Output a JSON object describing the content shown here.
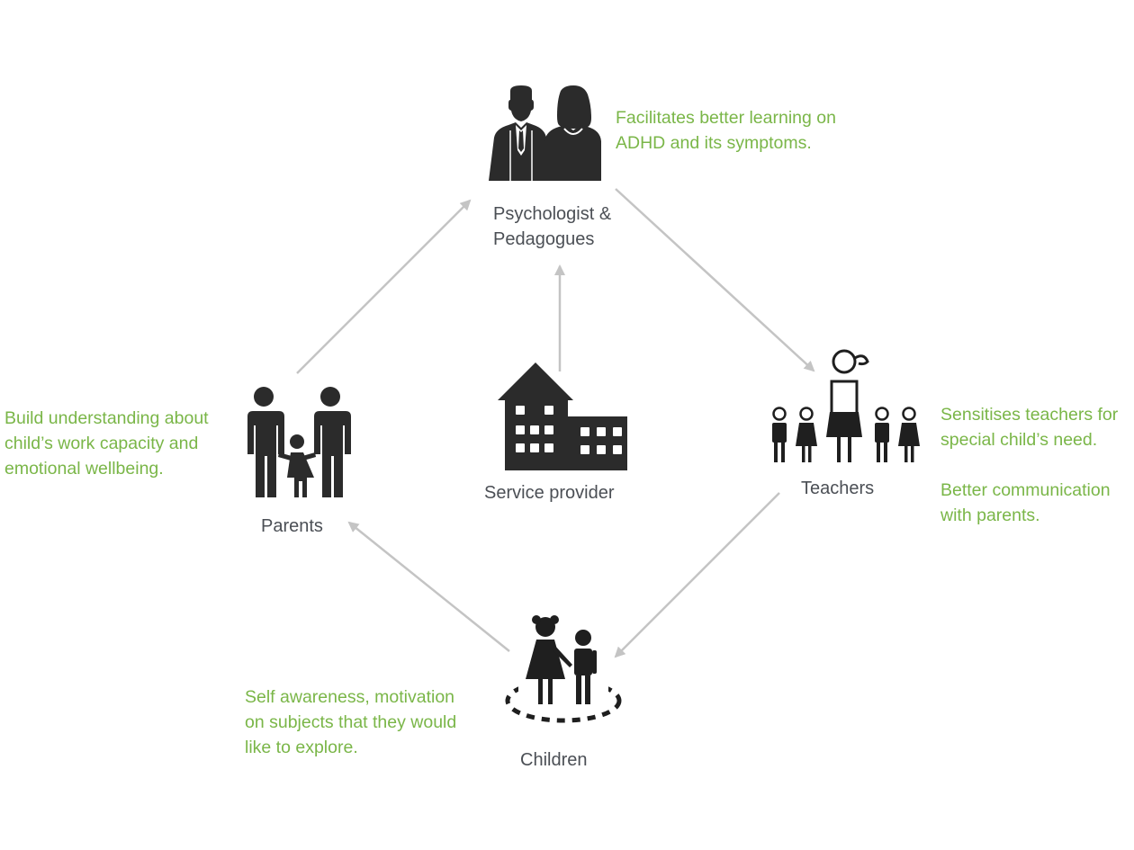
{
  "colors": {
    "background": "#ffffff",
    "accent_green": "#7ab648",
    "label_gray": "#4b4f55",
    "icon_dark": "#2b2b2b",
    "arrow_gray": "#c4c4c4"
  },
  "nodes": {
    "psychologist": {
      "icon": "professionals-icon",
      "label_lines": [
        "Psychologist &",
        "Pedagogues"
      ],
      "note_lines": [
        "Facilitates better learning on",
        "ADHD and its symptoms."
      ]
    },
    "teachers": {
      "icon": "teacher-with-kids-icon",
      "label": "Teachers",
      "note_block1": [
        "Sensitises teachers for",
        "special child’s need."
      ],
      "note_block2": [
        "Better communication",
        "with parents."
      ]
    },
    "children": {
      "icon": "children-icon",
      "label": "Children",
      "note_lines": [
        "Self awareness, motivation",
        "on subjects that they would",
        "like to explore."
      ]
    },
    "parents": {
      "icon": "family-icon",
      "label": "Parents",
      "note_lines": [
        "Build understanding about",
        "child’s work capacity and",
        "emotional wellbeing."
      ]
    },
    "service_provider": {
      "icon": "building-icon",
      "label": "Service provider"
    }
  }
}
